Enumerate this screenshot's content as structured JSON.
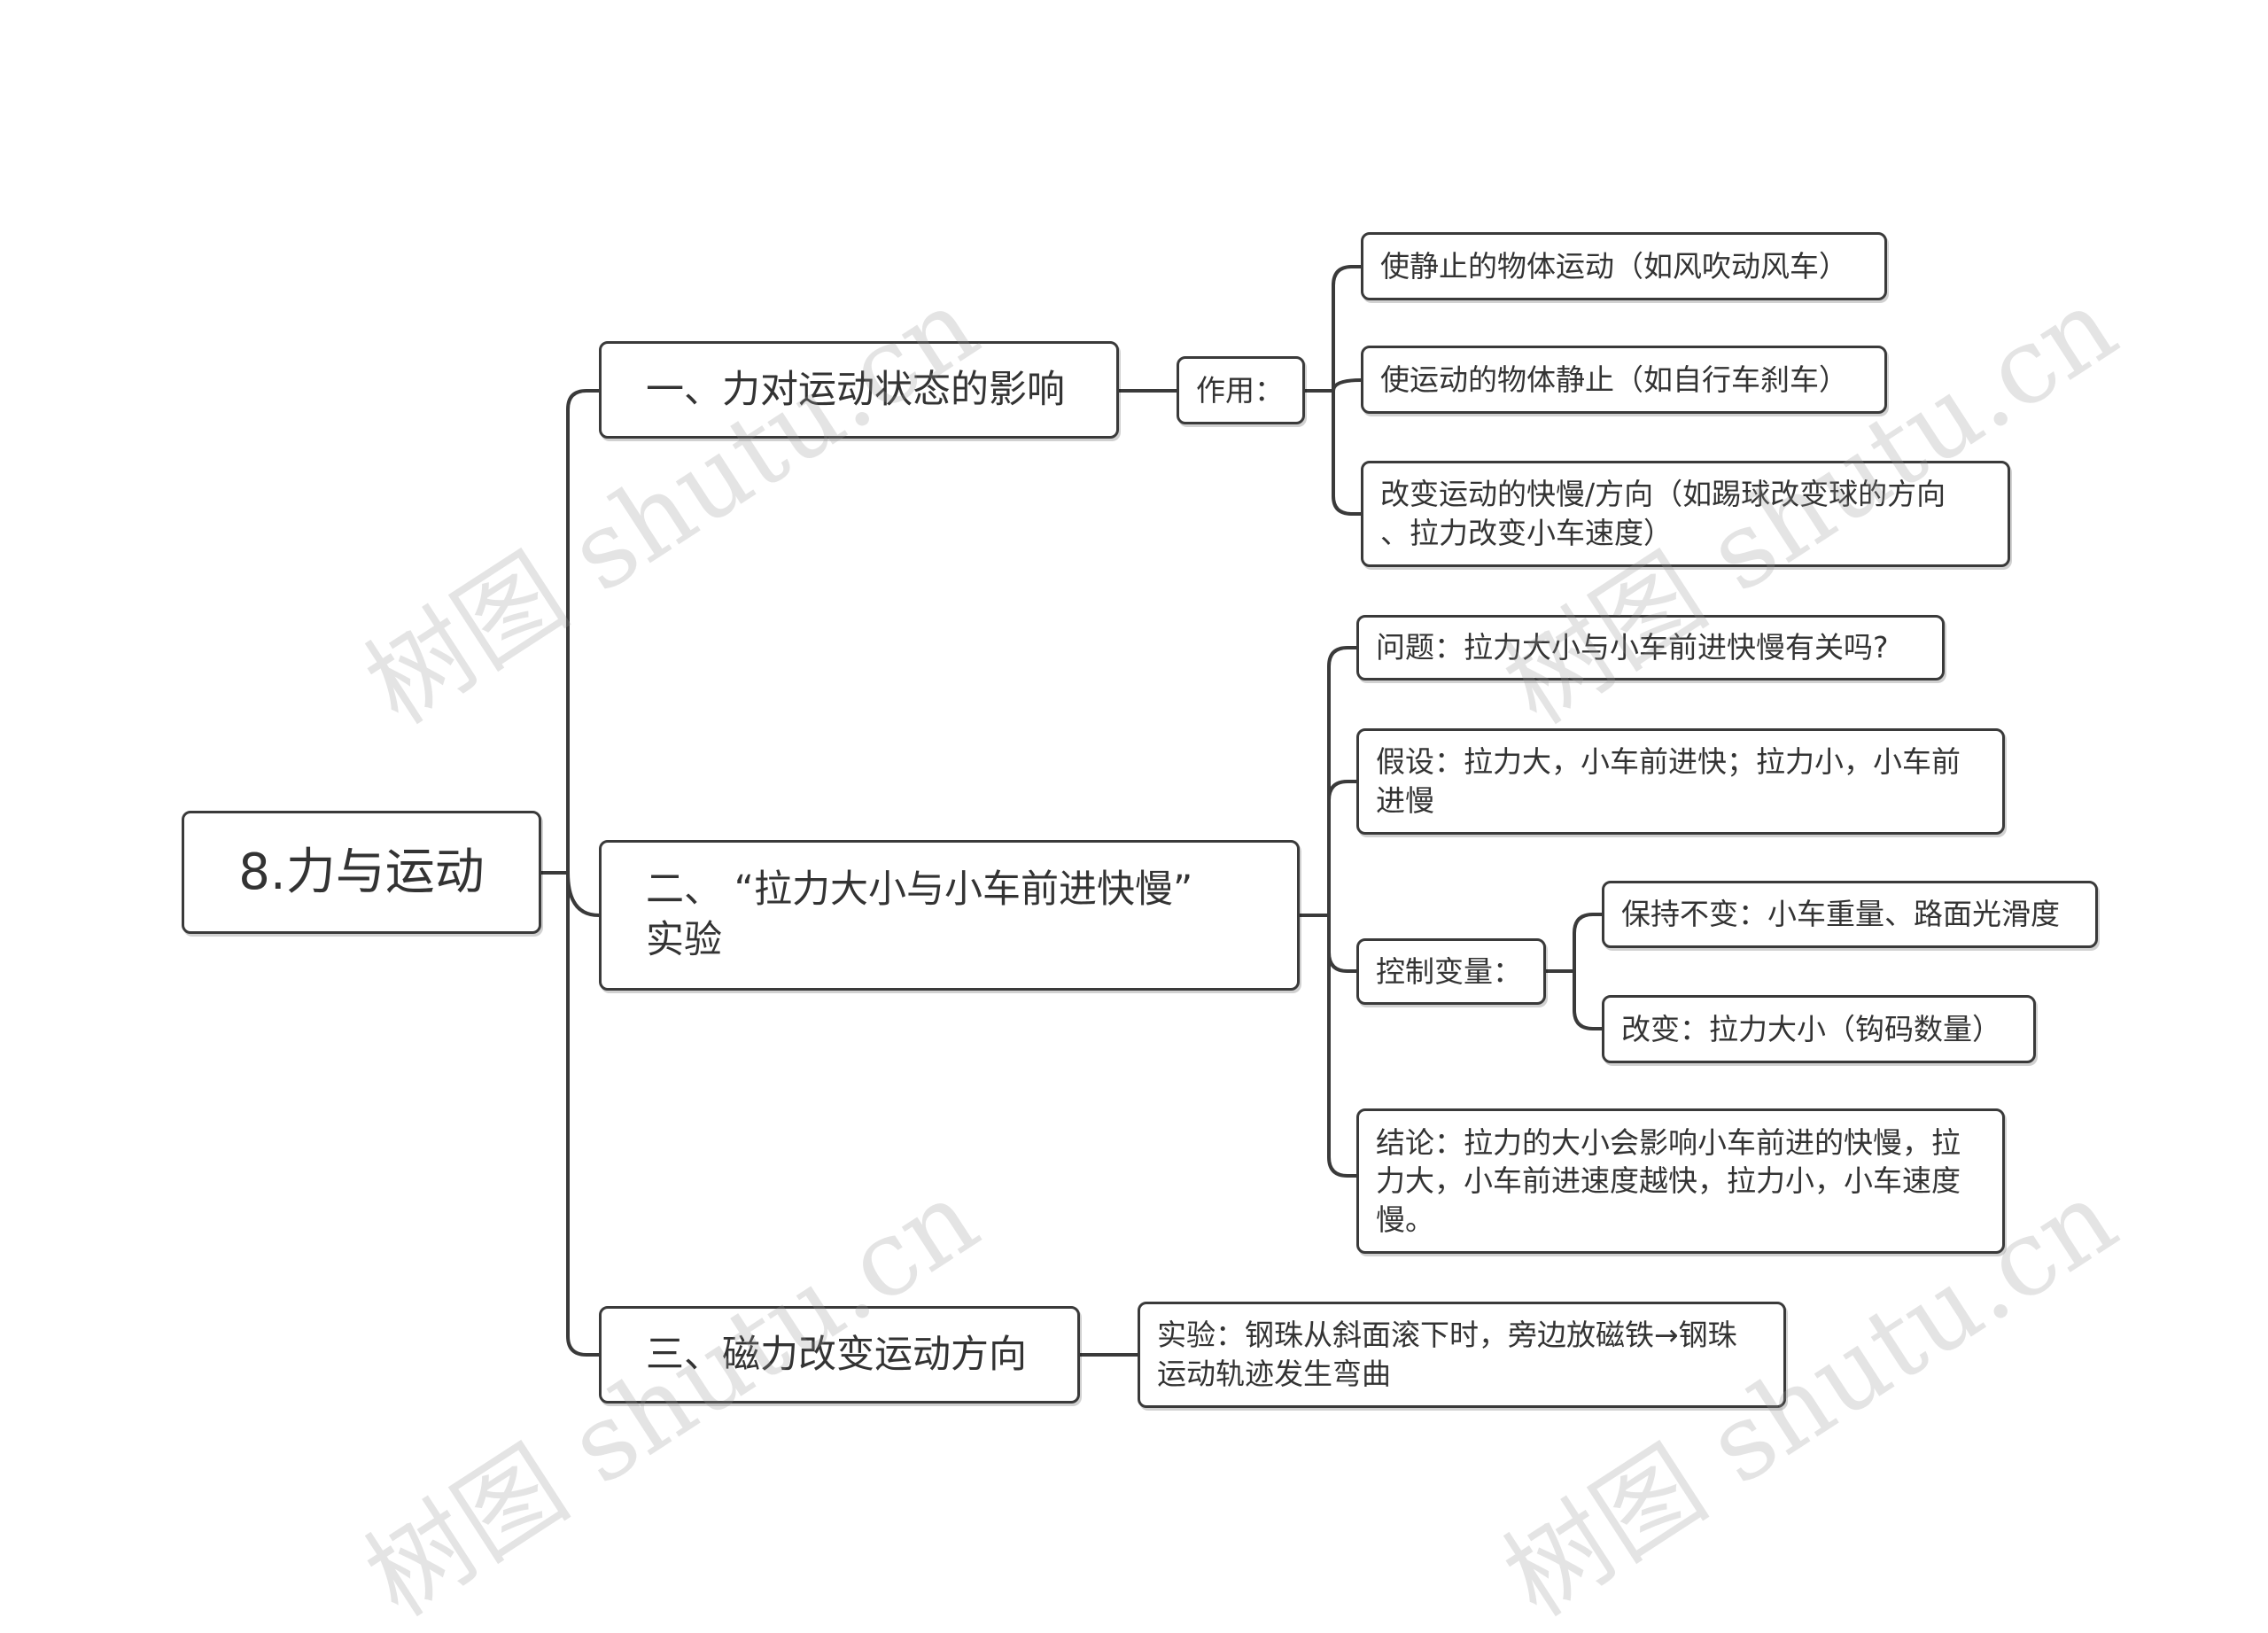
{
  "root": {
    "label": "8.力与运动"
  },
  "branch1": {
    "label": "一、力对运动状态的影响",
    "role": {
      "label": "作用："
    },
    "items": [
      "使静止的物体运动（如风吹动风车）",
      "使运动的物体静止（如自行车刹车）",
      "改变运动的快慢/方向（如踢球改变球的方向\n、拉力改变小车速度）"
    ]
  },
  "branch2": {
    "label": "二、 “拉力大小与小车前进快慢”\n实验",
    "question": "问题：拉力大小与小车前进快慢有关吗?",
    "hypothesis": "假设：拉力大，小车前进快；拉力小，小车前\n进慢",
    "control": {
      "label": "控制变量：",
      "keep": "保持不变：小车重量、路面光滑度",
      "change": "改变：拉力大小（钩码数量）"
    },
    "conclusion": "结论：拉力的大小会影响小车前进的快慢，拉\n力大，小车前进速度越快，拉力小，小车速度\n慢。"
  },
  "branch3": {
    "label": "三、磁力改变运动方向",
    "experiment": "实验：钢珠从斜面滚下时，旁边放磁铁→钢珠\n运动轨迹发生弯曲"
  },
  "watermark": {
    "text": "树图 shutu.cn"
  },
  "colors": {
    "line": "#3a3a3a",
    "border": "#3a3a3a",
    "text": "#333333",
    "background": "#ffffff",
    "watermark": "rgba(150,150,150,0.26)"
  }
}
